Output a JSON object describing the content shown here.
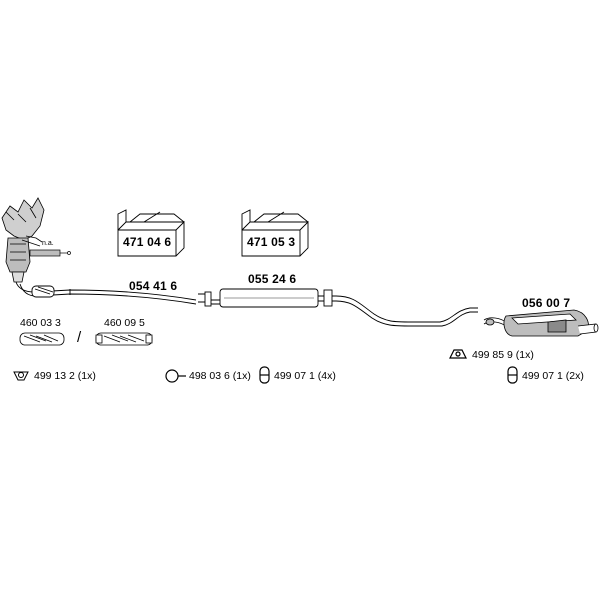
{
  "boxes": [
    {
      "code": "471 04 6"
    },
    {
      "code": "471 05 3"
    }
  ],
  "parts": {
    "front_pipe": "054 41 6",
    "middle_silencer": "055 24 6",
    "rear_silencer": "056 00 7"
  },
  "sleeves": [
    {
      "code": "460 03 3"
    },
    {
      "code": "460 09 5"
    }
  ],
  "sleeve_separator": "/",
  "sensor_note": "n.a.",
  "fittings": [
    {
      "icon": "gasket-ring-icon",
      "label": "499 13 2 (1x)"
    },
    {
      "icon": "clamp-ring-icon",
      "label": "498 03 6 (1x)"
    },
    {
      "icon": "rubber-hanger-icon",
      "label": "499 07 1 (4x)"
    },
    {
      "icon": "mounting-bracket-icon",
      "label": "499 85 9 (1x)"
    },
    {
      "icon": "rubber-hanger-icon",
      "label": "499 07 1 (2x)"
    }
  ],
  "colors": {
    "line": "#000000",
    "fill": "#ffffff",
    "shade": "#bdbdbd"
  }
}
